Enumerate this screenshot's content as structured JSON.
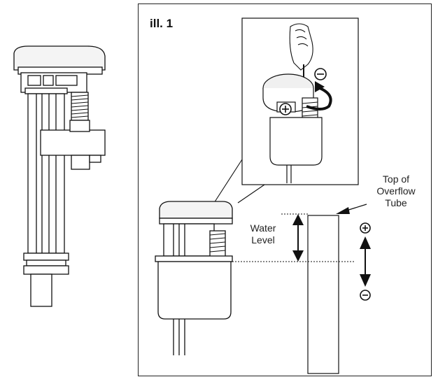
{
  "figure": {
    "title": "ill. 1",
    "labels": {
      "water_level": [
        "Water",
        "Level"
      ],
      "top_of_overflow_tube": [
        "Top of",
        "Overflow",
        "Tube"
      ]
    },
    "symbols": {
      "decrease": "minus-circle",
      "increase": "plus-circle"
    }
  }
}
